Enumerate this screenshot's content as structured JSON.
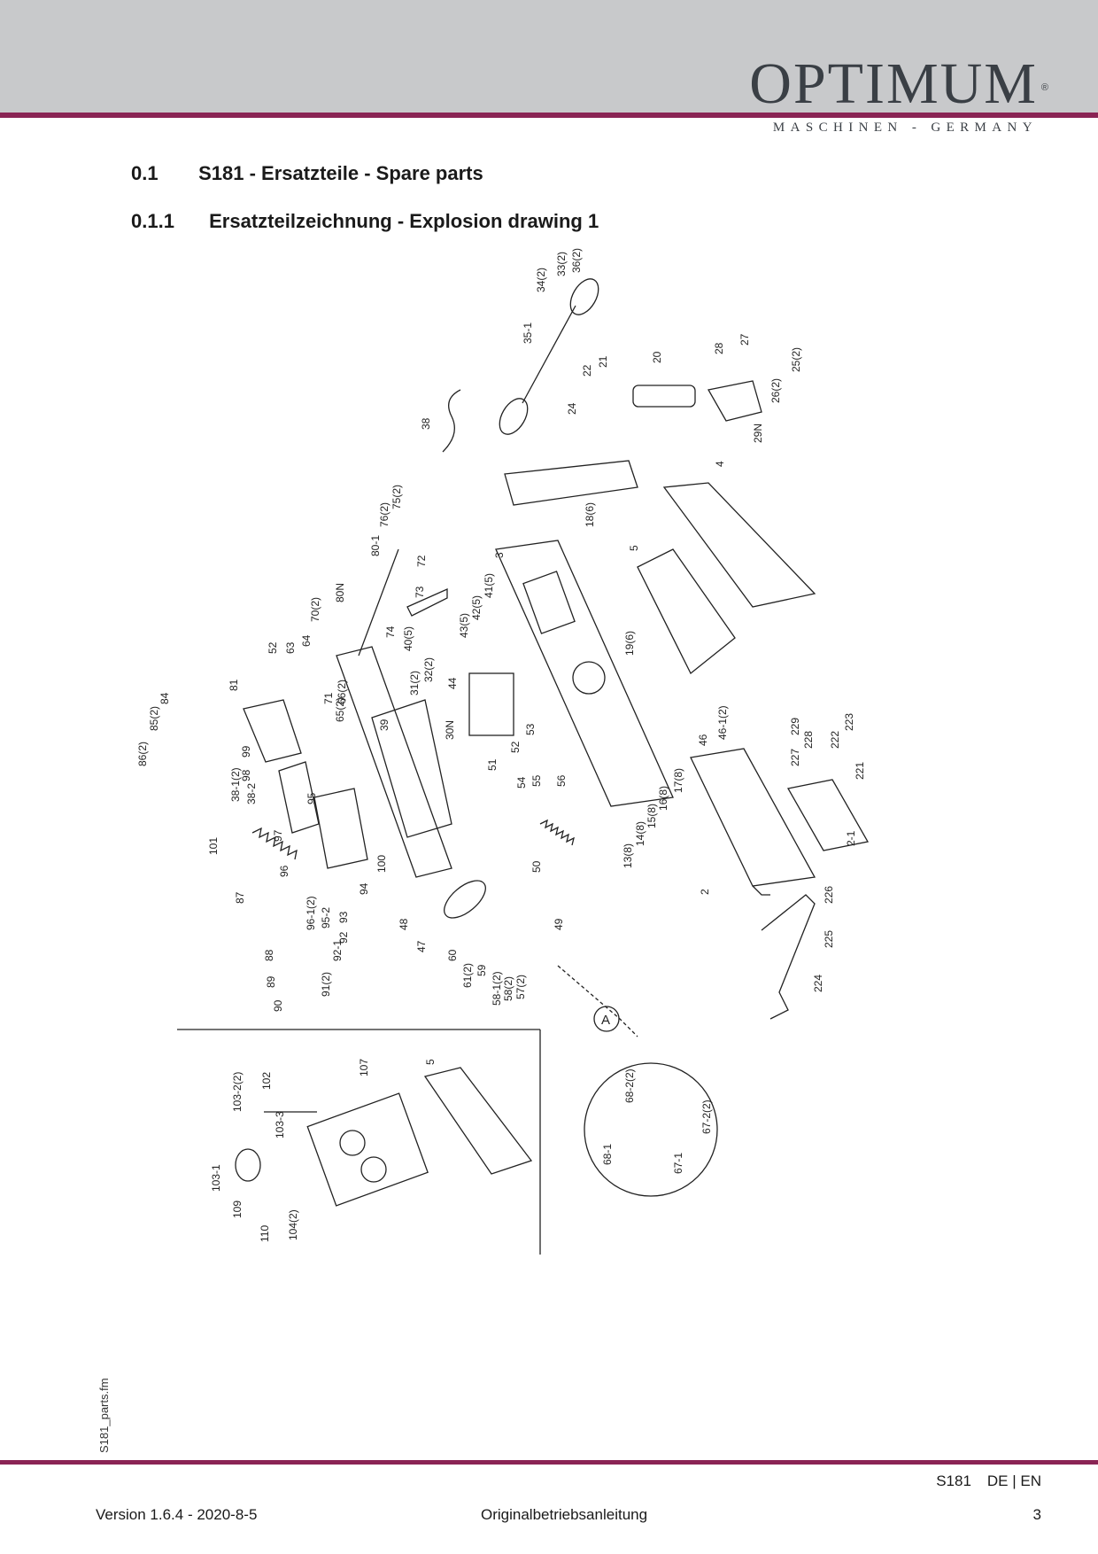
{
  "header": {
    "brand_name": "OPTIMUM",
    "brand_reg": "®",
    "brand_sub": "MASCHINEN - GERMANY",
    "accent_color": "#8a2454",
    "band_color": "#c8c9cb"
  },
  "section": {
    "number": "0.1",
    "title": "S181 - Ersatzteile - Spare parts"
  },
  "subsection": {
    "number": "0.1.1",
    "title": "Ersatzteilzeichnung - Explosion drawing 1"
  },
  "drawing": {
    "detail_marker": "A",
    "labels": [
      "34(2)",
      "33(2)",
      "36(2)",
      "35-1",
      "20",
      "28",
      "27",
      "25(2)",
      "22",
      "21",
      "24",
      "26(2)",
      "29N",
      "38",
      "4",
      "75(2)",
      "76(2)",
      "80-1",
      "72",
      "80N",
      "73",
      "18(6)",
      "3",
      "5",
      "43(5)",
      "42(5)",
      "41(5)",
      "19(6)",
      "70(2)",
      "52",
      "63",
      "64",
      "40(5)",
      "74",
      "44",
      "66(2)",
      "32(2)",
      "31(2)",
      "71",
      "65(2)",
      "39",
      "30N",
      "81",
      "84",
      "85(2)",
      "86(2)",
      "99",
      "98",
      "38-1(2)",
      "38-2",
      "95",
      "53",
      "52",
      "51",
      "54",
      "55",
      "56",
      "46-1(2)",
      "46",
      "229",
      "228",
      "227",
      "222",
      "223",
      "221",
      "17(8)",
      "16(8)",
      "15(8)",
      "14(8)",
      "13(8)",
      "101",
      "97",
      "96",
      "100",
      "94",
      "50",
      "2",
      "2-1",
      "87",
      "96-1(2)",
      "95-2",
      "88",
      "92",
      "93",
      "48",
      "47",
      "60",
      "49",
      "226",
      "225",
      "89",
      "90",
      "92-1",
      "91(2)",
      "61(2)",
      "59",
      "58-1(2)",
      "58(2)",
      "57(2)",
      "224",
      "103-2(2)",
      "102",
      "107",
      "5",
      "103-3",
      "103-1",
      "109",
      "110",
      "104(2)",
      "68-2(2)",
      "67-2(2)",
      "68-1",
      "67-1"
    ],
    "inset_labels": [
      "103-2(2)",
      "102",
      "107",
      "5",
      "103-3",
      "103-1",
      "109",
      "110",
      "104(2)"
    ]
  },
  "sidenote": "S181_parts.fm",
  "footer": {
    "model": "S181",
    "languages": "DE | EN",
    "version": "Version 1.6.4 - 2020-8-5",
    "doc_title": "Originalbetriebsanleitung",
    "page": "3"
  }
}
